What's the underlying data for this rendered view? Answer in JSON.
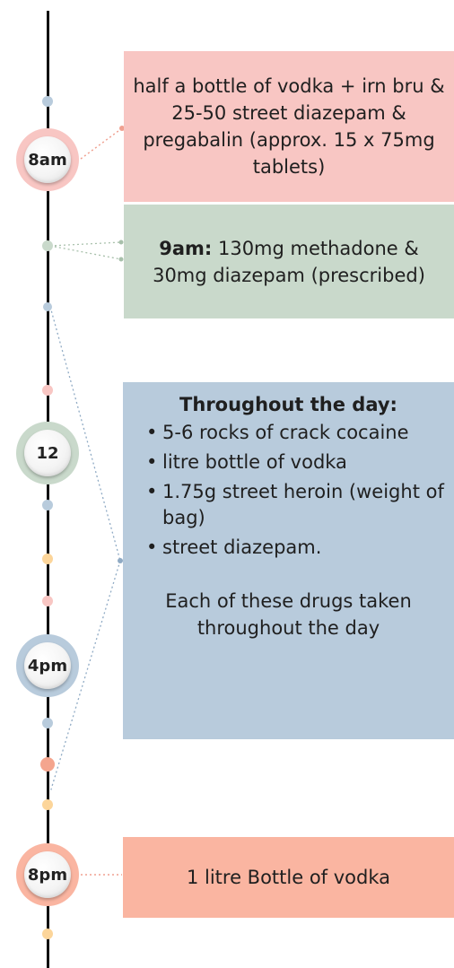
{
  "timeline": {
    "badges": [
      {
        "label": "8am",
        "ring": "#f8c6c3"
      },
      {
        "label": "12",
        "ring": "#c9d9cb"
      },
      {
        "label": "4pm",
        "ring": "#b8cbdc"
      },
      {
        "label": "8pm",
        "ring": "#fab5a1"
      }
    ]
  },
  "cards": {
    "morning": {
      "text": "half a bottle of vodka + irn bru & 25-50 street diazepam & pregabalin (approx. 15 x 75mg tablets)"
    },
    "nine": {
      "lead": "9am:",
      "text": " 130mg methadone & 30mg diazepam (prescribed)"
    },
    "day": {
      "heading": "Throughout the day:",
      "items": [
        "5-6 rocks of crack cocaine",
        "litre bottle of vodka",
        "1.75g street heroin (weight of bag)",
        "street diazepam."
      ],
      "footer": "Each of these drugs taken throughout the day"
    },
    "evening": {
      "text": "1 litre Bottle of vodka"
    }
  },
  "colors": {
    "pink": "#f8c6c3",
    "green": "#c9d9cb",
    "blue": "#b8cbdc",
    "salmon": "#fab5a1",
    "yellow": "#fcd59a",
    "dark_salmon": "#f4a58e"
  }
}
